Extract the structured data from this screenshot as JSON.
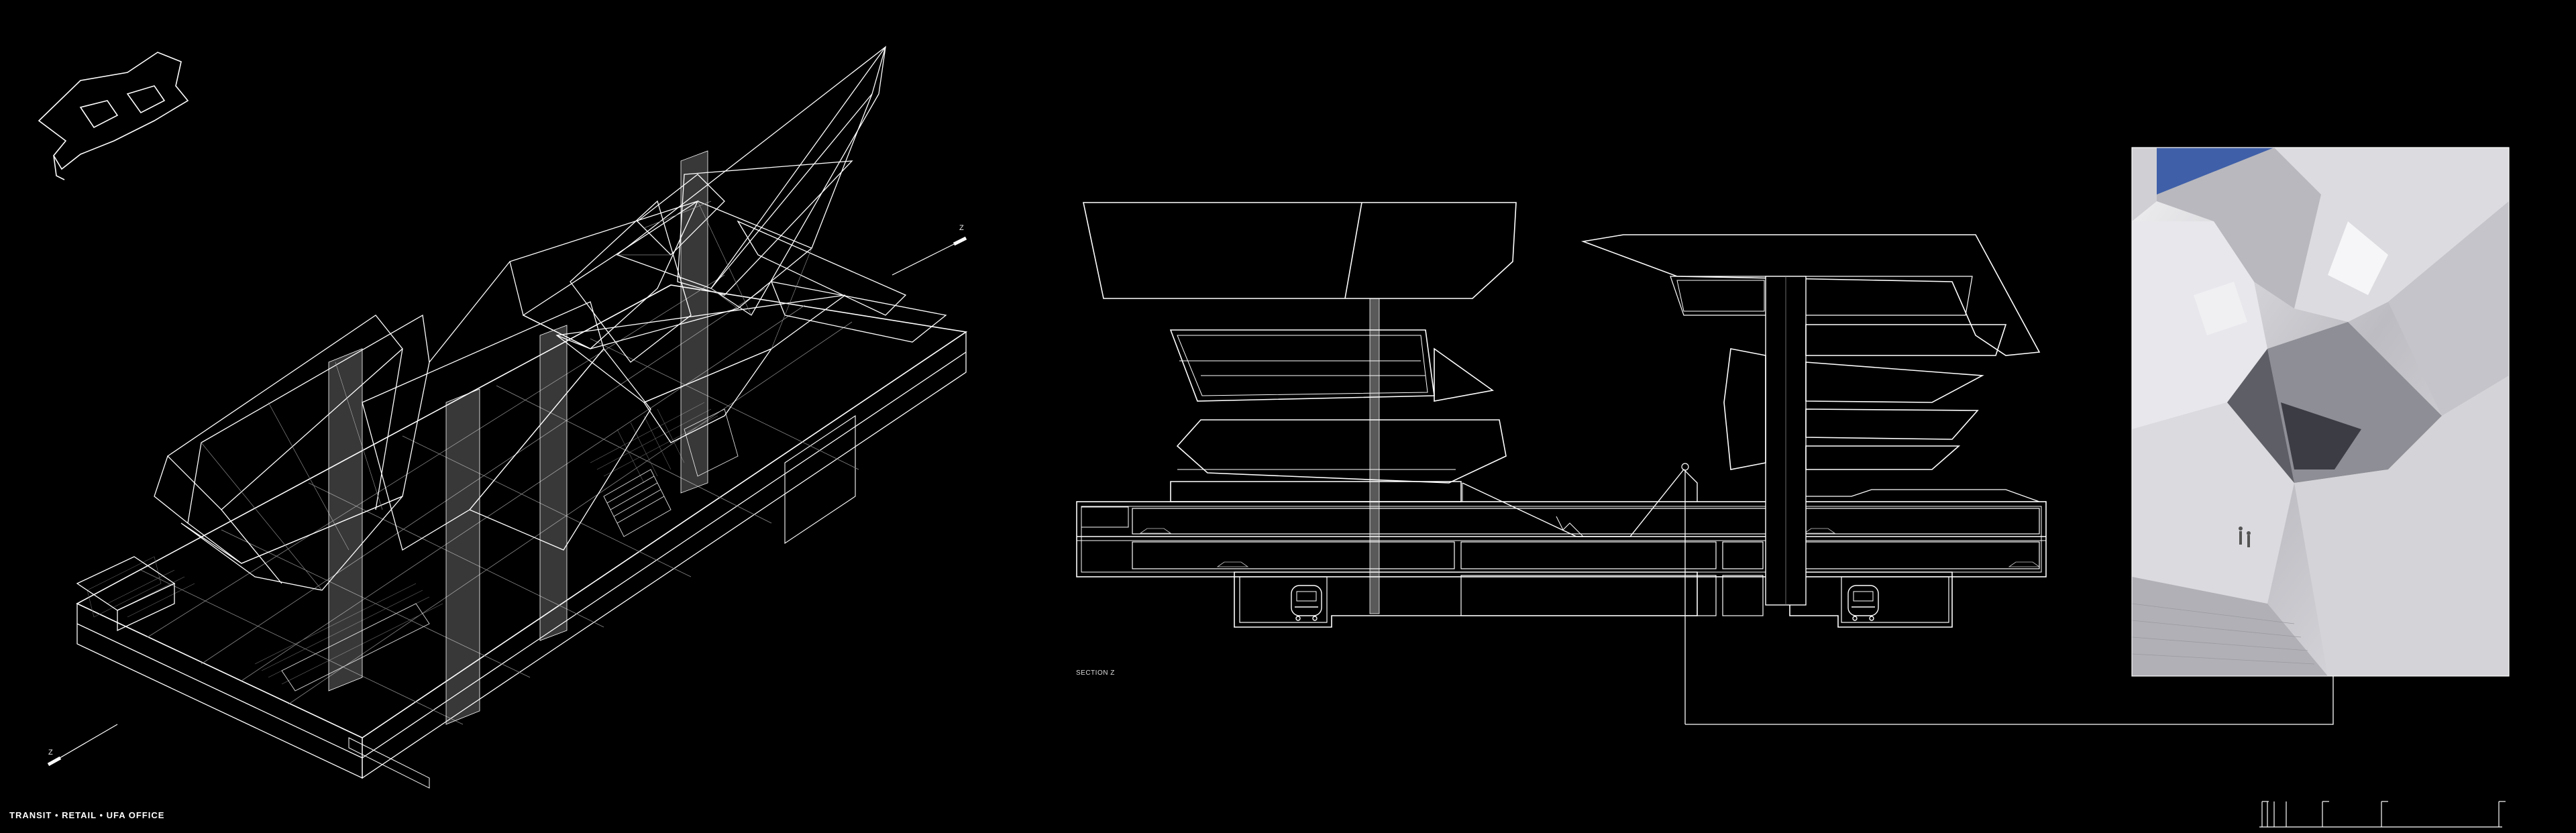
{
  "board": {
    "title": "TRANSIT • RETAIL • UFA OFFICE",
    "subtitle": "",
    "section_label": "SECTION Z",
    "axis_top": "Z",
    "axis_bottom": "Z"
  },
  "colors": {
    "background": "#000000",
    "linework": "#ffffff",
    "render_sky": "#3f5fa8",
    "render_surface": "#d8d8dc"
  },
  "icons": {
    "site_plan": "site-plan-icon",
    "train": "train-icon",
    "scale": "scale-bar-icon"
  }
}
